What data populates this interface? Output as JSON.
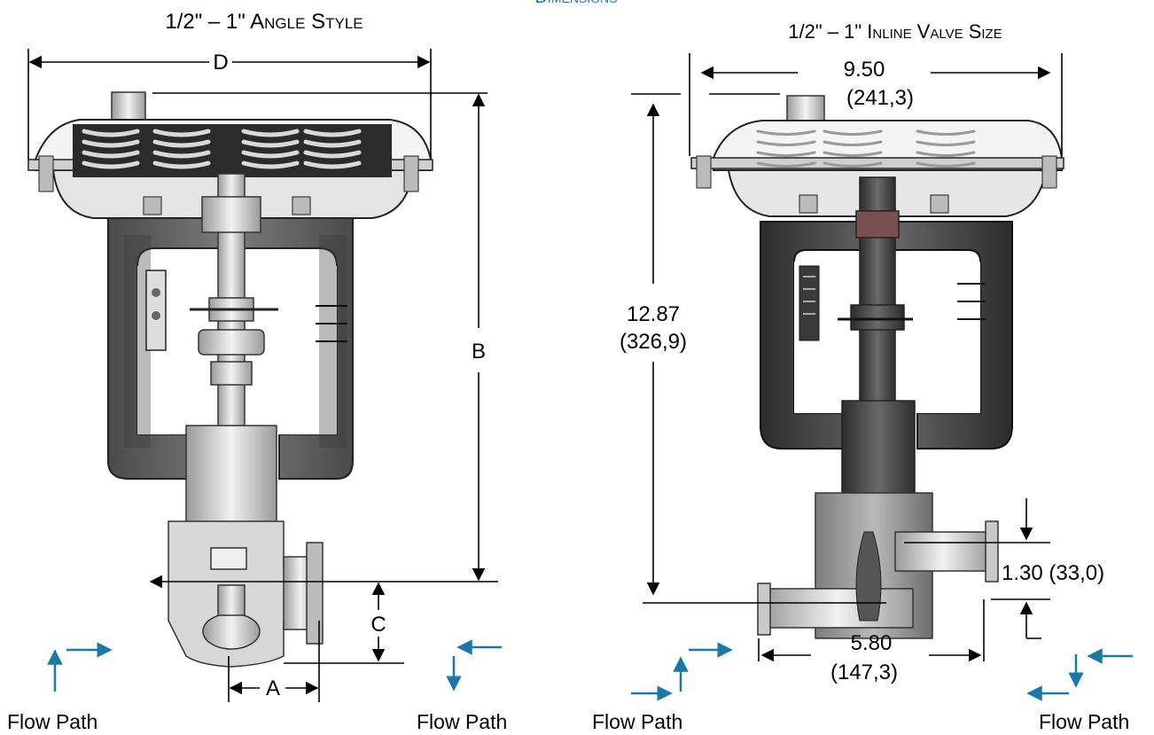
{
  "section_title": "Dimensions",
  "left": {
    "title": "1/2\" – 1\" Angle Style",
    "dim_d": "D",
    "dim_b": "B",
    "dim_c": "C",
    "dim_a": "A",
    "flow_left": "Flow Path",
    "flow_right": "Flow Path"
  },
  "right": {
    "title": "1/2\" – 1\" Inline Valve Size",
    "width_in": "9.50",
    "width_mm": "(241,3)",
    "height_in": "12.87",
    "height_mm": "(326,9)",
    "offset": "1.30 (33,0)",
    "length_in": "5.80",
    "length_mm": "(147,3)",
    "flow_left": "Flow Path",
    "flow_right": "Flow Path"
  },
  "colors": {
    "accent": "#1b79a8",
    "line": "#000000",
    "metal_light": "#e9e9e9",
    "metal_mid": "#bdbdbd",
    "metal_dark": "#555555",
    "yoke_dark": "#3c3c3c"
  }
}
